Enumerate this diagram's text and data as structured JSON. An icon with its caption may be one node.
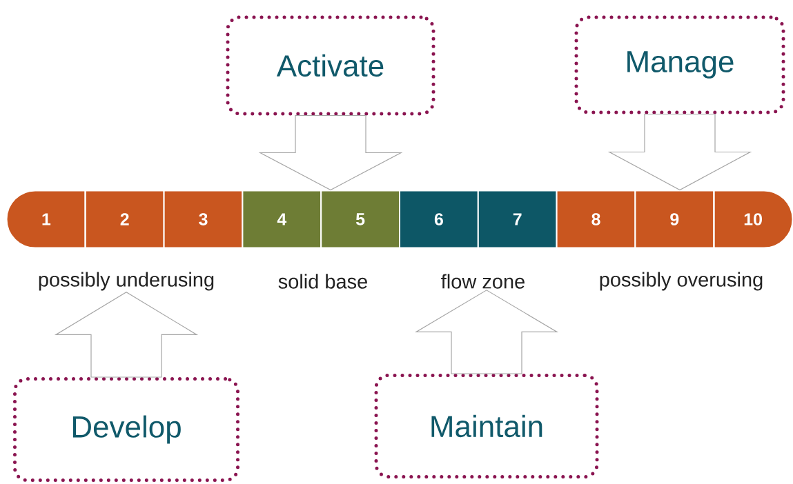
{
  "diagram": {
    "nodes": [
      {
        "text": [
          "Activate"
        ]
      },
      {
        "text": [
          "Manage"
        ]
      },
      {
        "text": [
          "1"
        ]
      },
      {
        "text": [
          "2"
        ]
      },
      {
        "text": [
          "3"
        ]
      },
      {
        "text": [
          "4"
        ]
      },
      {
        "text": [
          "5"
        ]
      },
      {
        "text": [
          "6"
        ]
      },
      {
        "text": [
          "7"
        ]
      },
      {
        "text": [
          "8"
        ]
      },
      {
        "text": [
          "9"
        ]
      },
      {
        "text": [
          "10"
        ]
      },
      {
        "text": [
          "possibly underusing"
        ]
      },
      {
        "text": [
          "solid base"
        ]
      },
      {
        "text": [
          "flow zone"
        ]
      },
      {
        "text": [
          "possibly overusing"
        ]
      },
      {
        "text": [
          "Develop"
        ]
      },
      {
        "text": [
          "Maintain"
        ]
      }
    ],
    "edges": [
      {
        "from": 0,
        "to": 6,
        "arrow": "to"
      },
      {
        "from": 1,
        "to": 10,
        "arrow": "to"
      },
      {
        "from": 16,
        "to": 12,
        "arrow": "to"
      },
      {
        "from": 17,
        "to": 14,
        "arrow": "to"
      }
    ]
  }
}
